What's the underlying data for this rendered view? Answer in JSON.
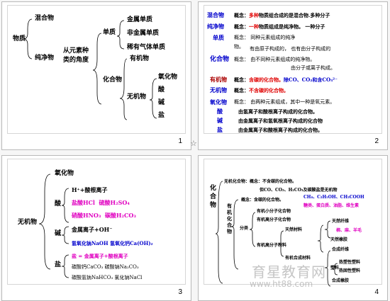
{
  "s1": {
    "number": "1",
    "root": "物质",
    "mixture": "混合物",
    "pure": "纯净物",
    "angle1": "从元素种",
    "angle2": "类的角度",
    "elemental": "单质",
    "metal": "金属单质",
    "nonmetal": "非金属单质",
    "noble": "稀有气体单质",
    "compound": "化合物",
    "organic": "有机物",
    "inorganic": "无机物",
    "oxide": "氧化物",
    "acid": "酸",
    "base": "碱",
    "salt": "盐"
  },
  "s2": {
    "number": "2",
    "mix_label": "混合物",
    "mix_concept_pre": "概念：",
    "mix_concept_red": "多种",
    "mix_concept_post": "物质组合成的是混合物.多种分子",
    "pure_label": "纯净物",
    "pure_concept_pre": "概念：",
    "pure_concept_red": "一种",
    "pure_concept_post": "物质组成是纯净物。  一种分子",
    "elem_label": "单质",
    "elem_concept": "概念： 同种元素组成的纯净",
    "elem_concept2": "物。",
    "elem_note": "有由原子构成的，  也有由分子构成的",
    "comp_label": "化合物",
    "comp_concept": "概念： 由不同种元素组成的纯净物。",
    "comp_note": "由分子或离子构成。",
    "org_label": "有机物",
    "org_concept_pre": "概念：",
    "org_concept_red": "含碳的化合物。",
    "org_concept_post": "除CO、CO₂和含CO₃²⁻",
    "inorg_label": "无机物",
    "inorg_concept_pre": "概念：",
    "inorg_concept_red": "不含碳的化合物。",
    "oxide_label": "氧化物",
    "oxide_concept": "概念： 由两种元素组成，其中一种是氧元素。",
    "acid_label": "酸",
    "acid_concept": "由氢离子和酸根离子构成的化合物。",
    "base_label": "碱",
    "base_concept": "由金属离子和氢氧根离子构成的化合物",
    "salt_label": "盐",
    "salt_concept": "由金属离子和酸根离子构成的化合物。"
  },
  "s3": {
    "number": "3",
    "root": "无机物",
    "oxide": "氧化物",
    "acid": "酸",
    "acid_formula": "H⁺+酸根离子",
    "acid_ex1_a": "盐酸HCl",
    "acid_ex1_b": "硫酸H₂SO₄",
    "acid_ex2_a": "硝酸HNO₃",
    "acid_ex2_b": "碳酸H₂CO₃",
    "base": "碱",
    "base_formula": "金属离子+OH⁻",
    "base_ex": "氢氧化钠NaOH   氢氧化钙Ca(OH)₂",
    "salt": "盐",
    "salt_formula": "盐 = 金属离子+酸根离子",
    "salt_ex1": "碳酸钙CaCO₃     碳酸钠Na₂CO₃",
    "salt_ex2": "碳酸氢钠NaHCO₃   氯化钠NaCl"
  },
  "s4": {
    "number": "4",
    "root1": "化",
    "root2": "合",
    "root3": "物",
    "inorg_line1": "无机化合物：概念：不含碳的化合物。",
    "inorg_line2": "但CO、CO₂、H₂CO₃及碳酸盐是无机物",
    "org_v": "有机化合物",
    "org_concept": "概念：含碳的化合物。",
    "org_ex1": "CH₄、C₂H₅OH、CH₃COOH",
    "org_ex2": "糖类、蛋白质、油脂、维生素",
    "classify": "分类",
    "small": "有机小分子化合物",
    "big": "有机高分子化合物",
    "natural": "天然材料",
    "nat_fiber": "天然纤维",
    "nat_fiber_ex": "棉、麻、羊毛",
    "nat_rubber": "天然橡胶",
    "big_material": "有机高分子材料",
    "synthetic": "有机合成材料",
    "syn_fiber": "合成纤维",
    "plastic": "塑料",
    "thermo1": "热塑性塑料",
    "thermo2": "热固性塑料",
    "syn_rubber": "合成橡胶"
  },
  "watermark": {
    "brand": "育星教育网",
    "url": "www.ht88.com"
  }
}
